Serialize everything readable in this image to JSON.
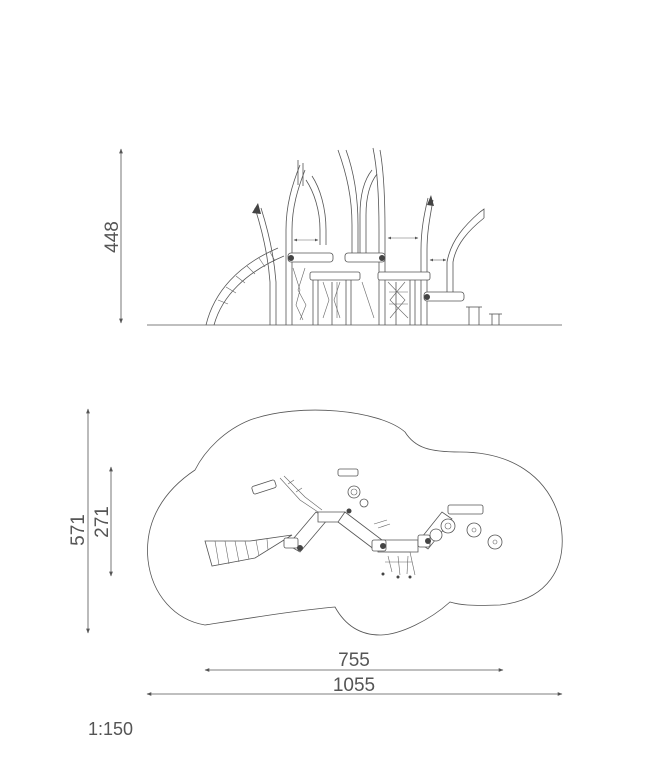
{
  "elevation": {
    "height_dimension": "448"
  },
  "plan": {
    "outer_depth_dimension": "571",
    "inner_depth_dimension": "271",
    "inner_width_dimension": "755",
    "outer_width_dimension": "1055"
  },
  "scale_label": "1:150",
  "colors": {
    "line": "#555555",
    "background": "#ffffff"
  }
}
